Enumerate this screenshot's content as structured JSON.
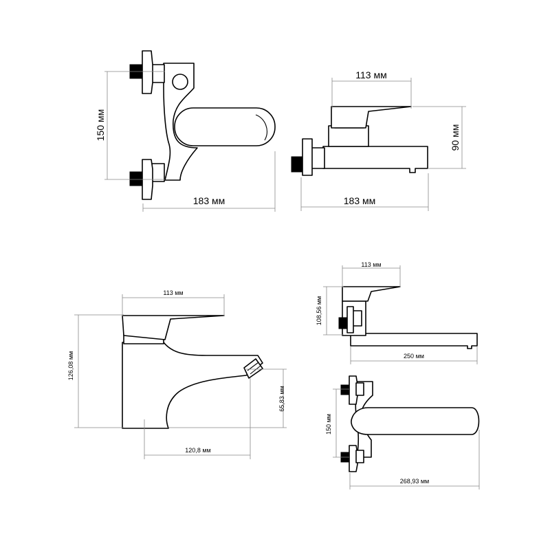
{
  "drawings": {
    "bath_front": {
      "height_label": "150 мм",
      "width_label": "183 мм"
    },
    "bath_side": {
      "depth_label": "113 мм",
      "height_label": "90 мм",
      "width_label": "183 мм"
    },
    "basin_side": {
      "depth_label": "113 мм",
      "total_height_label": "126,08 мм",
      "spout_height_label": "65,83 мм",
      "reach_label": "120,8 мм"
    },
    "long_spout_side": {
      "depth_label": "113 мм",
      "height_label": "108,56 мм",
      "reach_label": "250 мм"
    },
    "long_spout_front": {
      "height_label": "150 мм",
      "width_label": "268,93 мм"
    }
  },
  "colors": {
    "line": "#000000",
    "dimension": "#888888"
  }
}
